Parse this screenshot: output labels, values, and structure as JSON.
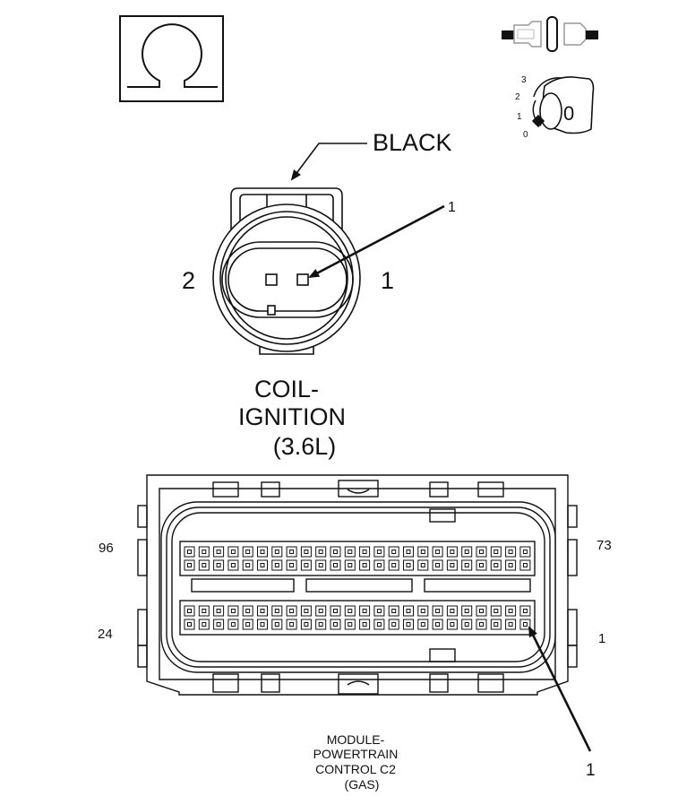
{
  "omega_symbol": "Ω",
  "key_switch": {
    "position_labels": [
      "3",
      "2",
      "1",
      "0"
    ],
    "key_label": "0"
  },
  "coil_connector": {
    "color_label": "BLACK",
    "cavity_callout": "1",
    "pin_left": "2",
    "pin_right": "1",
    "title_lines": [
      "COIL-",
      "IGNITION",
      "(3.6L)"
    ]
  },
  "pcm_connector": {
    "pin_top_left": "96",
    "pin_top_right": "73",
    "pin_bottom_left": "24",
    "pin_bottom_right": "1",
    "cavity_callout": "1",
    "title_lines": [
      "MODULE-",
      "POWERTRAIN",
      "CONTROL C2",
      "(GAS)"
    ]
  },
  "colors": {
    "line": "#1a1a1a",
    "background": "#ffffff"
  }
}
